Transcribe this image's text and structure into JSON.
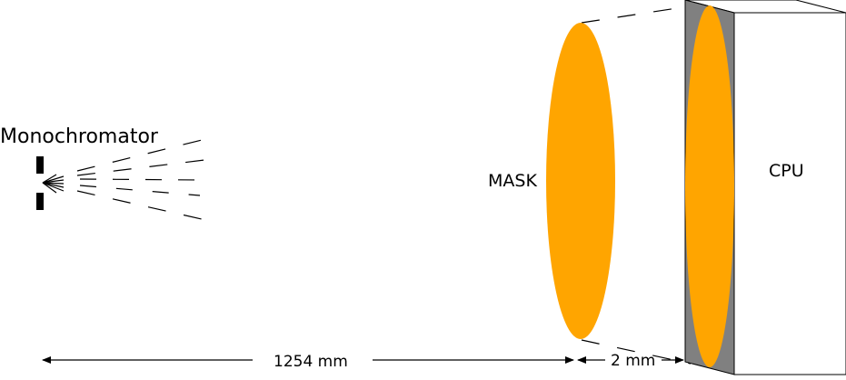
{
  "labels": {
    "source": "Monochromator",
    "mask": "MASK",
    "cpu": "CPU",
    "distance_long": "1254 mm",
    "distance_short": "2 mm"
  },
  "colors": {
    "ellipse_fill": "#FFA500",
    "cpu_side": "#808080",
    "outline": "#000000",
    "background": "#FFFFFF"
  }
}
